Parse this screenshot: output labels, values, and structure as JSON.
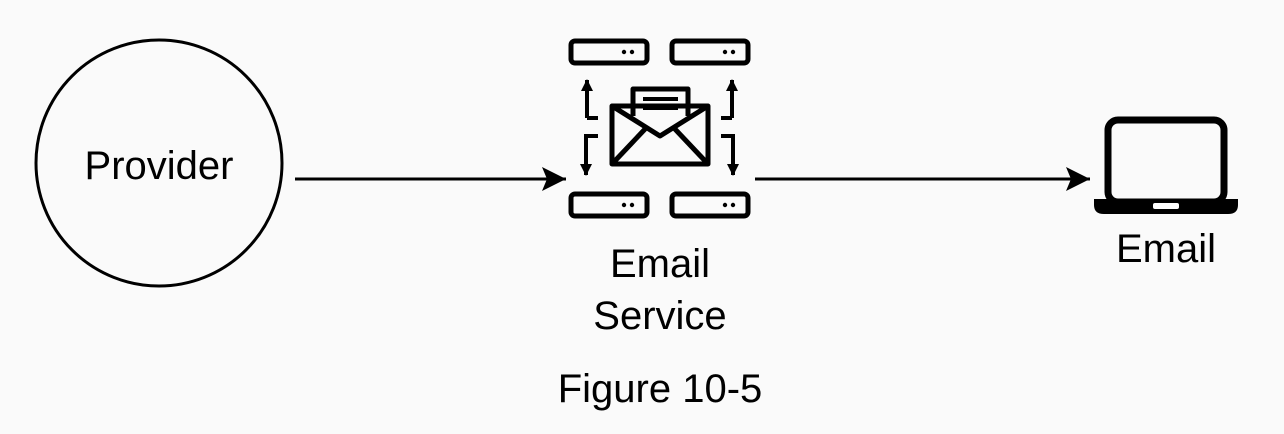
{
  "nodes": {
    "provider": {
      "label": "Provider",
      "icon": "circle"
    },
    "email_service": {
      "label_line1": "Email",
      "label_line2": "Service",
      "icon": "email-server-icon"
    },
    "email": {
      "label": "Email",
      "icon": "laptop-icon"
    }
  },
  "edges": [
    {
      "from": "Provider",
      "to": "Email Service"
    },
    {
      "from": "Email Service",
      "to": "Email"
    }
  ],
  "caption": "Figure 10-5",
  "colors": {
    "stroke": "#000000",
    "background": "#fafafa"
  }
}
